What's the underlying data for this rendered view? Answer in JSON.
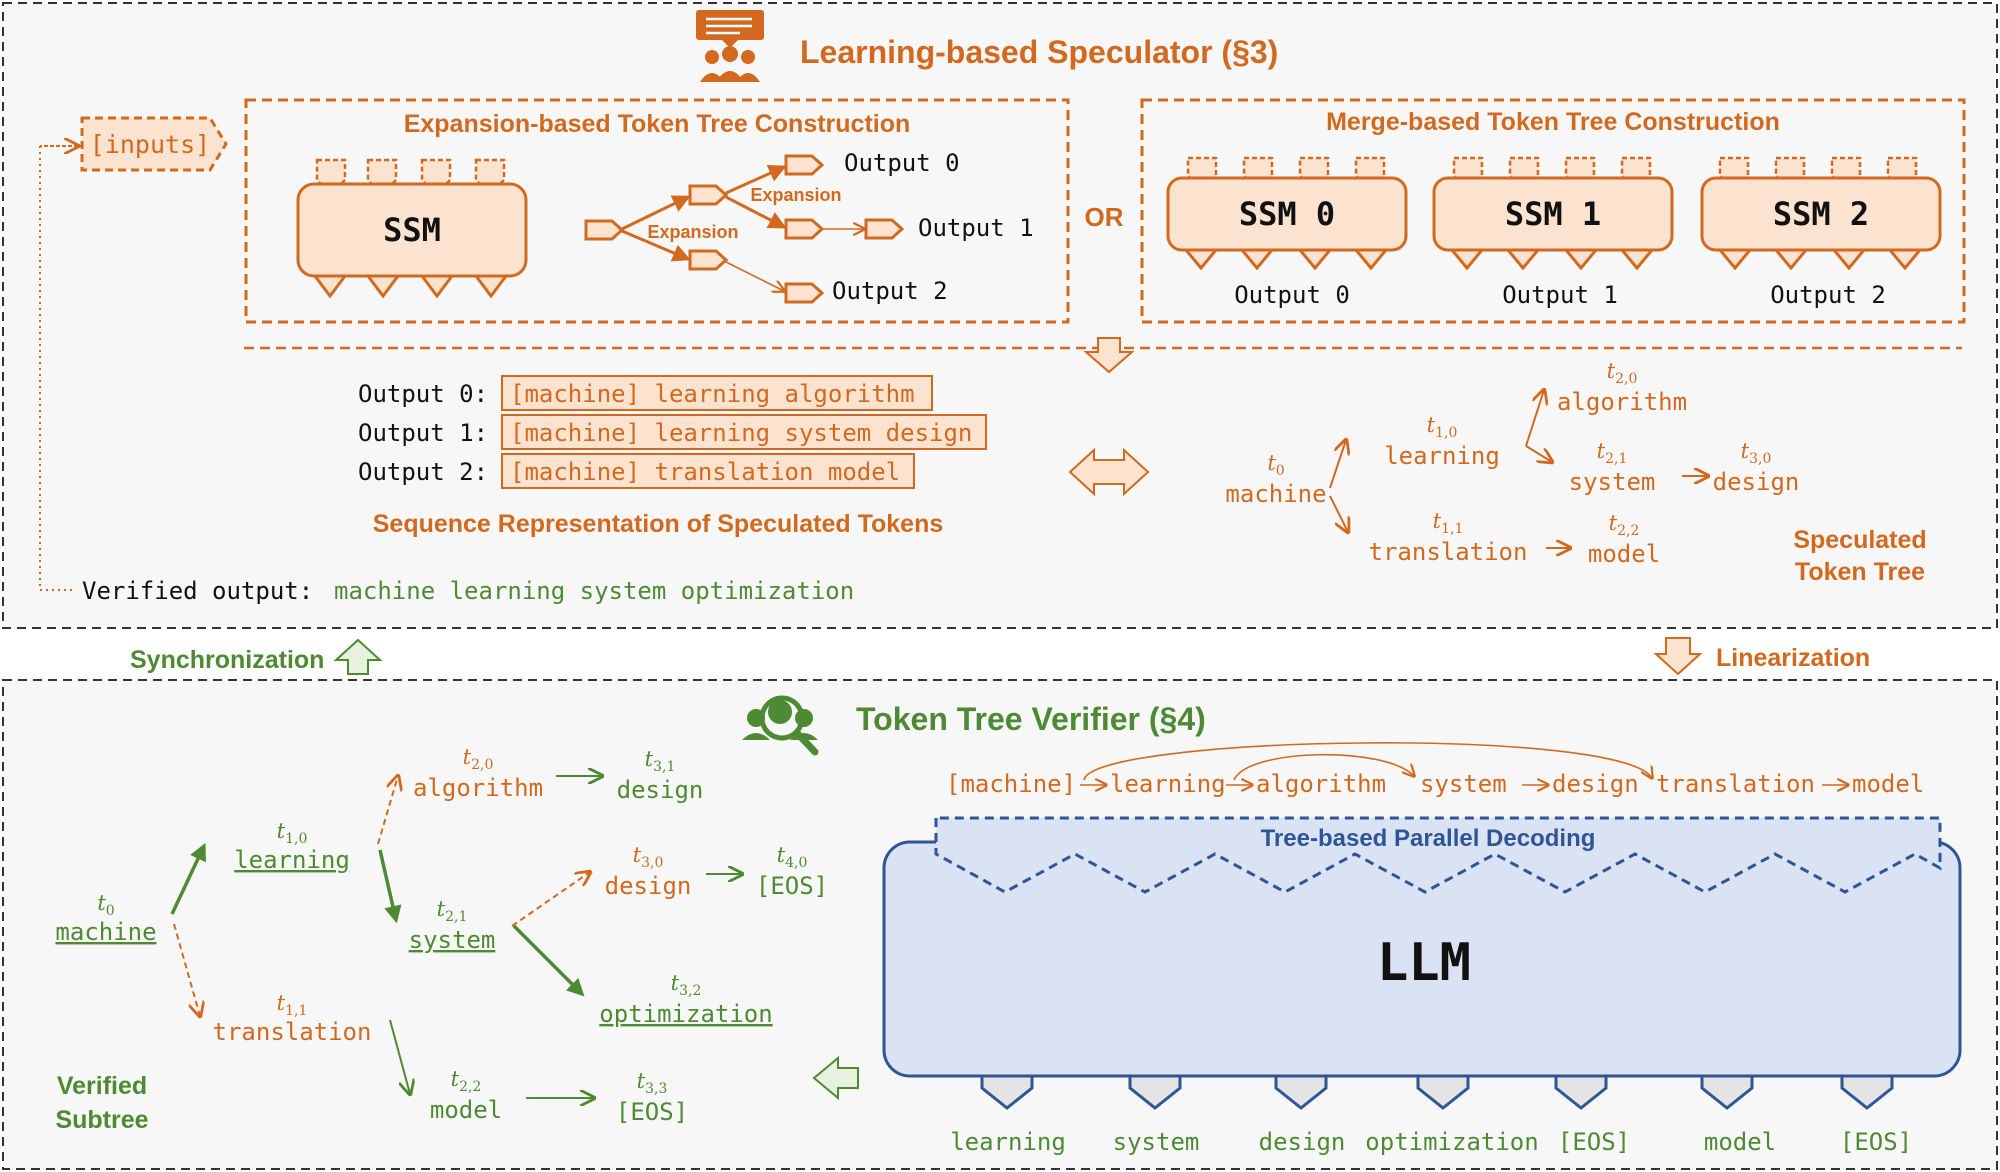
{
  "colors": {
    "orange": "#D2691E",
    "orange_fill": "#FCE3D0",
    "green": "#4E8A33",
    "blue": "#2F5597",
    "blue_fill": "#DAE3F3",
    "panel_bg": "#F7F7F7"
  },
  "speculator": {
    "title": "Learning-based Speculator (§3)",
    "inputs_label": "[inputs]",
    "or_label": "OR",
    "expansion_box": {
      "title": "Expansion-based Token Tree Construction",
      "ssm_label": "SSM",
      "edge_label_1": "Expansion",
      "edge_label_2": "Expansion",
      "outputs": [
        "Output 0",
        "Output 1",
        "Output 2"
      ]
    },
    "merge_box": {
      "title": "Merge-based Token Tree Construction",
      "ssms": [
        "SSM 0",
        "SSM 1",
        "SSM 2"
      ],
      "outputs": [
        "Output 0",
        "Output 1",
        "Output 2"
      ]
    },
    "sequences": [
      {
        "label": "Output 0:",
        "tokens": "[machine] learning algorithm"
      },
      {
        "label": "Output 1:",
        "tokens": "[machine] learning system design"
      },
      {
        "label": "Output 2:",
        "tokens": "[machine] translation model"
      }
    ],
    "sequence_caption": "Sequence Representation of Speculated Tokens",
    "verified_label": "Verified output:",
    "verified_value": "machine learning system optimization",
    "tree": {
      "t0": {
        "index": "t",
        "sub": "0",
        "word": "machine"
      },
      "t10": {
        "index": "t",
        "sub": "1,0",
        "word": "learning"
      },
      "t11": {
        "index": "t",
        "sub": "1,1",
        "word": "translation"
      },
      "t20": {
        "index": "t",
        "sub": "2,0",
        "word": "algorithm"
      },
      "t21": {
        "index": "t",
        "sub": "2,1",
        "word": "system"
      },
      "t22": {
        "index": "t",
        "sub": "2,2",
        "word": "model"
      },
      "t30": {
        "index": "t",
        "sub": "3,0",
        "word": "design"
      }
    },
    "tree_caption_1": "Speculated",
    "tree_caption_2": "Token Tree"
  },
  "synchronization_label": "Synchronization",
  "linearization_label": "Linearization",
  "verifier": {
    "title": "Token Tree Verifier (§4)",
    "linear_tokens": [
      "[machine]",
      "learning",
      "algorithm",
      "system",
      "design",
      "translation",
      "model"
    ],
    "decoding_label": "Tree-based Parallel Decoding",
    "llm_label": "LLM",
    "llm_outputs": [
      "learning",
      "system",
      "design",
      "optimization",
      "[EOS]",
      "model",
      "[EOS]"
    ],
    "tree": {
      "t0": {
        "index": "t",
        "sub": "0",
        "word": "machine"
      },
      "t10": {
        "index": "t",
        "sub": "1,0",
        "word": "learning"
      },
      "t11": {
        "index": "t",
        "sub": "1,1",
        "word": "translation"
      },
      "t20": {
        "index": "t",
        "sub": "2,0",
        "word": "algorithm"
      },
      "t21": {
        "index": "t",
        "sub": "2,1",
        "word": "system"
      },
      "t22": {
        "index": "t",
        "sub": "2,2",
        "word": "model"
      },
      "t30": {
        "index": "t",
        "sub": "3,0",
        "word": "design"
      },
      "t31": {
        "index": "t",
        "sub": "3,1",
        "word": "design"
      },
      "t32": {
        "index": "t",
        "sub": "3,2",
        "word": "optimization"
      },
      "t33": {
        "index": "t",
        "sub": "3,3",
        "word": "[EOS]"
      },
      "t40": {
        "index": "t",
        "sub": "4,0",
        "word": "[EOS]"
      }
    },
    "subtree_caption_1": "Verified",
    "subtree_caption_2": "Subtree"
  }
}
